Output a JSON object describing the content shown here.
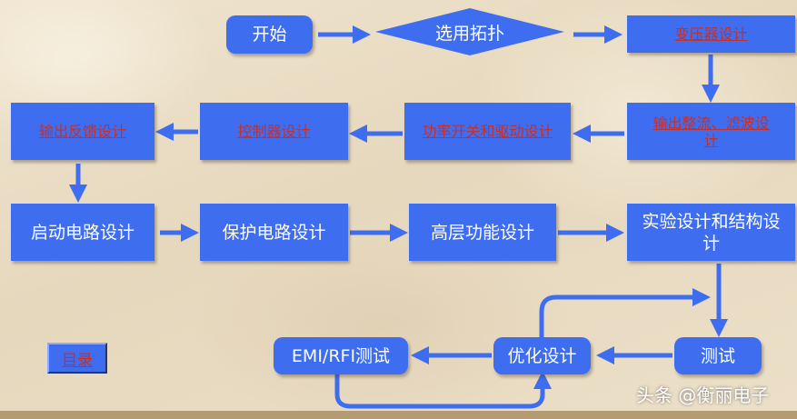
{
  "nodes": {
    "start": "开始",
    "select_topology": "选用拓扑",
    "transformer_design": "变压器设计",
    "output_rectifier_filter": "输出整流、滤波设计",
    "power_switch_drive": "功率开关和驱动设计",
    "controller_design": "控制器设计",
    "output_feedback": "输出反馈设计",
    "startup_circuit": "启动电路设计",
    "protection_circuit": "保护电路设计",
    "advanced_function": "高层功能设计",
    "experiment_structure": "实验设计和结构设计",
    "test": "测试",
    "optimize": "优化设计",
    "emi_rfi_test": "EMI/RFI测试"
  },
  "catalog_link": "目录",
  "watermark": "头条 @衡丽电子",
  "colors": {
    "box_fill": "#3f6df0",
    "link_text": "#c4302b",
    "arrow": "#3f6df0",
    "background": "#e9dcc4"
  }
}
